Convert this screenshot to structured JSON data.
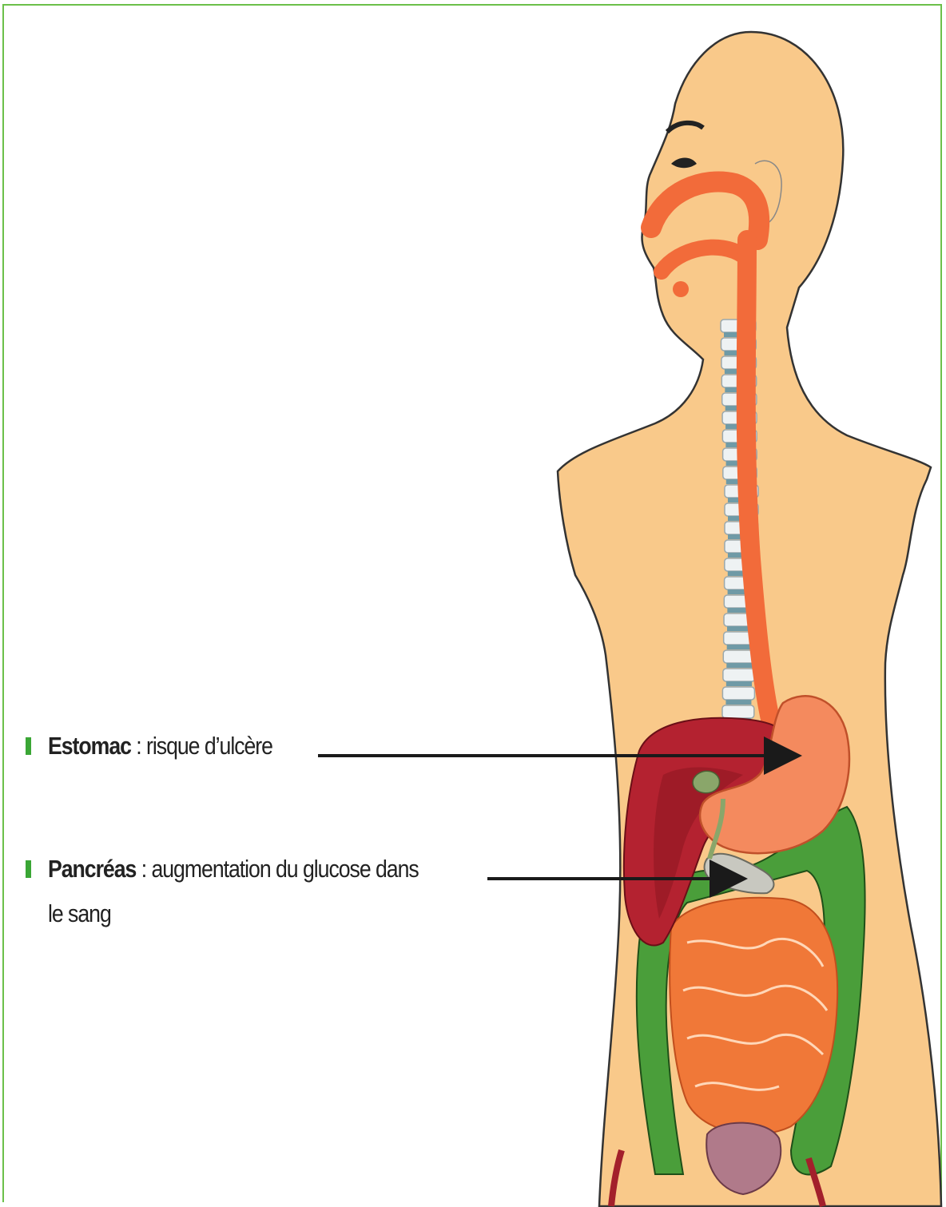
{
  "labels": [
    {
      "term": "Estomac",
      "separator": " : ",
      "description": "risque d’ulcère",
      "description_line2": ""
    },
    {
      "term": "Pancréas",
      "separator": " : ",
      "description": "augmentation du glucose dans",
      "description_line2": "le sang"
    }
  ],
  "colors": {
    "frame": "#6cc04a",
    "bullet": "#3aa635",
    "skin": "#f9c98a",
    "digestive_tract": "#f26b3a",
    "liver": "#b42230",
    "colon": "#4a9e3a",
    "small_intestine": "#f07838",
    "spine": "#e8eef0",
    "arrow": "#1a1a1a"
  }
}
